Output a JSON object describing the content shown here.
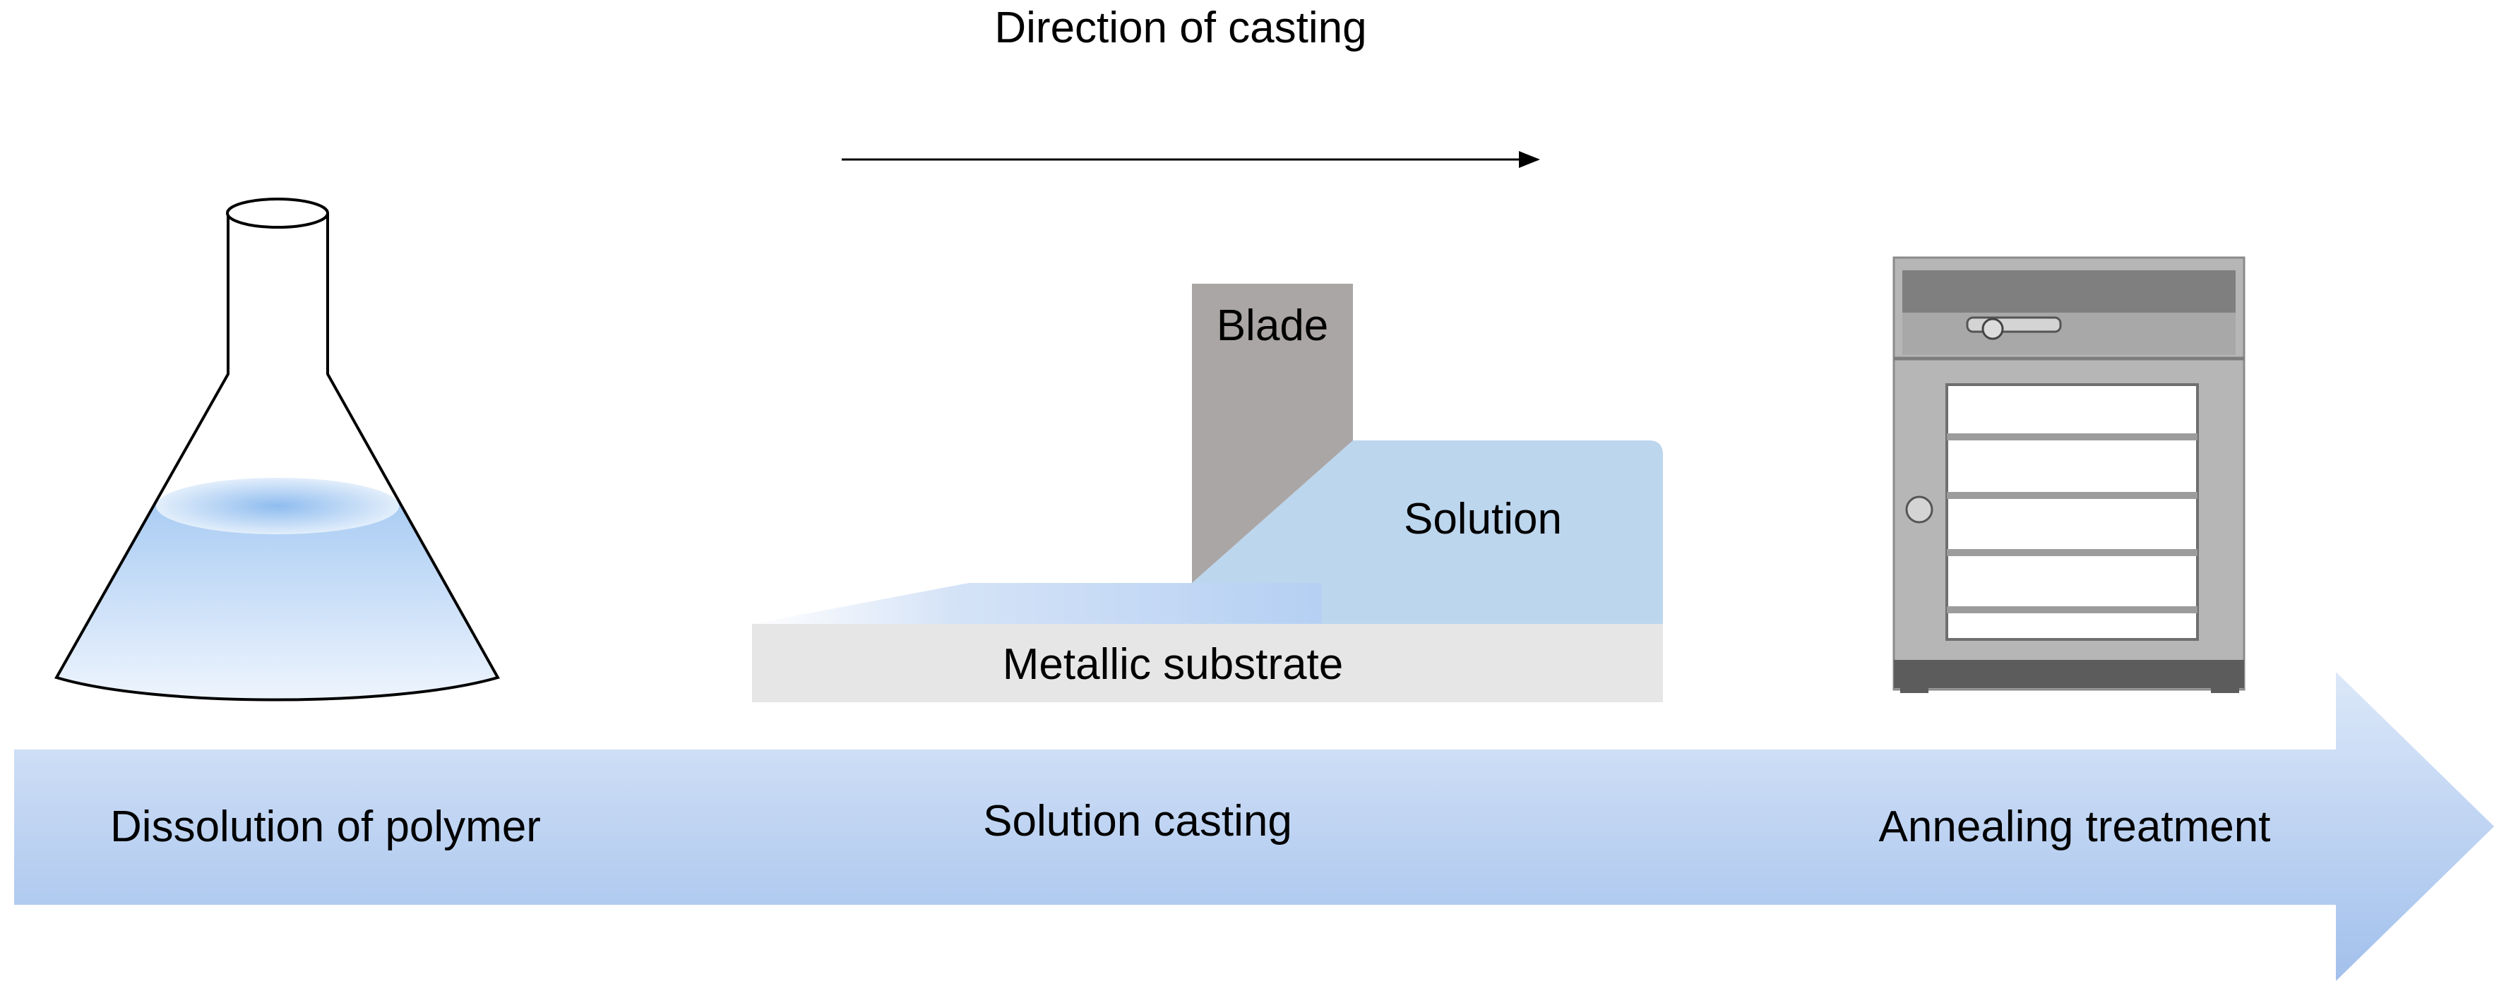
{
  "labels": {
    "direction": "Direction of casting",
    "blade": "Blade",
    "solution": "Solution",
    "substrate": "Metallic substrate"
  },
  "steps": [
    {
      "label": "Dissolution of polymer"
    },
    {
      "label": "Solution casting"
    },
    {
      "label": "Annealing treatment"
    }
  ],
  "colors": {
    "process_arrow_light": "#dbe7f8",
    "process_arrow_dark": "#a3c1ec",
    "solution": "#bcd6ed",
    "blade": "#aaa6a6",
    "substrate": "#e6e6e6",
    "oven_body": "#b6b6b6",
    "oven_panel": "#7f7f7f",
    "flask_liquid": "#a9ccf3"
  }
}
